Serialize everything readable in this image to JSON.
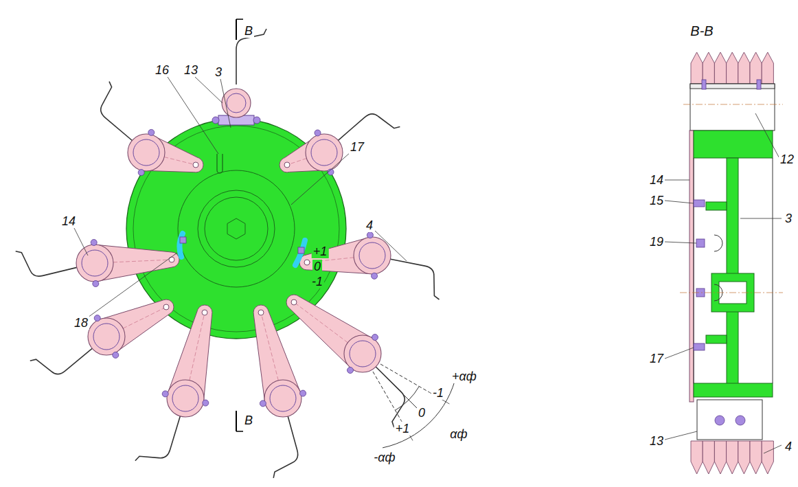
{
  "diagram": {
    "labels": [
      "В",
      "16",
      "13",
      "3",
      "17",
      "14",
      "4",
      "18",
      "+1",
      "0",
      "-1",
      "В",
      "αф",
      "+αф",
      "-αф",
      "+1",
      "0",
      "-1",
      "В-В",
      "12",
      "14",
      "15",
      "19",
      "3",
      "17",
      "13",
      "4"
    ]
  }
}
